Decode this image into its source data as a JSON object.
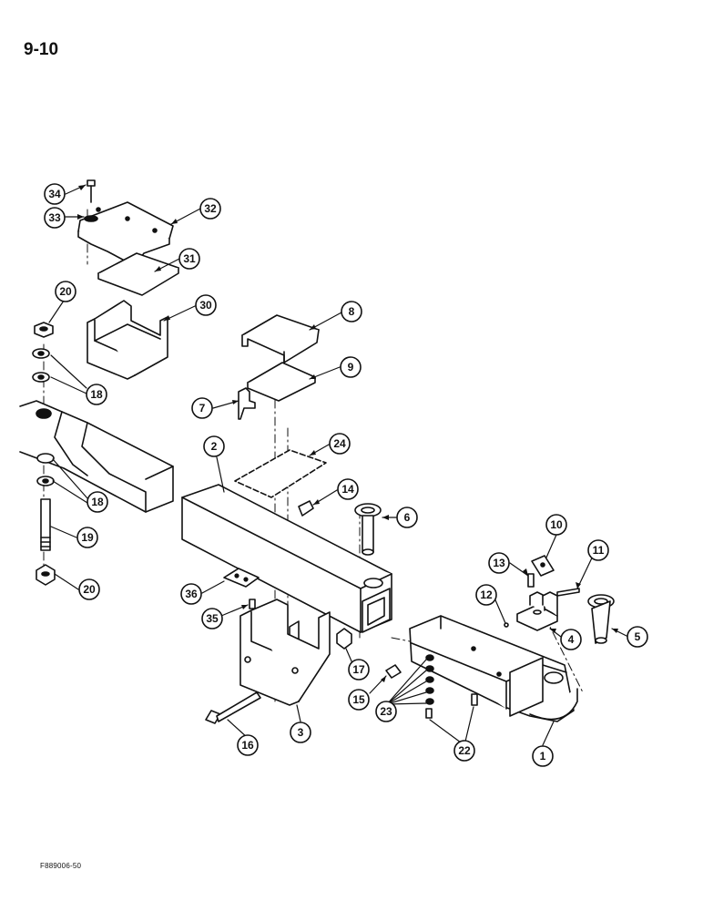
{
  "page": {
    "number": "9-10",
    "figure_id": "F889006-50"
  },
  "callouts": [
    "34",
    "33",
    "32",
    "31",
    "30",
    "20",
    "18",
    "8",
    "9",
    "7",
    "2",
    "24",
    "14",
    "6",
    "18",
    "19",
    "20",
    "10",
    "11",
    "13",
    "12",
    "5",
    "4",
    "36",
    "35",
    "17",
    "15",
    "23",
    "22",
    "3",
    "16",
    "1"
  ],
  "colors": {
    "ink": "#111111",
    "paper": "#ffffff"
  }
}
